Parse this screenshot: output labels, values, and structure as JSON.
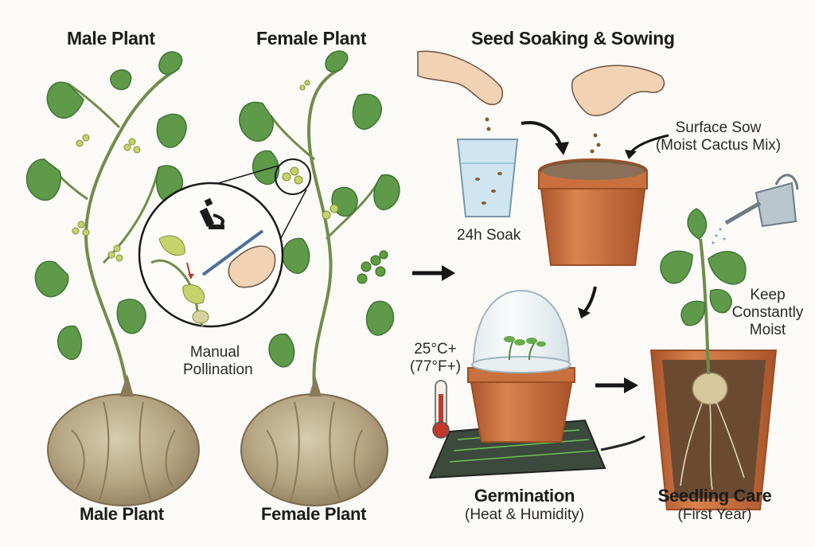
{
  "titles": {
    "male": "Male Plant",
    "female": "Female Plant",
    "seed": "Seed Soaking & Sowing"
  },
  "labels": {
    "male_bottom": "Male Plant",
    "female_bottom": "Female Plant",
    "pollination_line1": "Manual",
    "pollination_line2": "Pollination",
    "soak": "24h Soak",
    "surface_sow_line1": "Surface Sow",
    "surface_sow_line2": "(Moist Cactus Mix)",
    "temp_line1": "25°C+",
    "temp_line2": "(77°F+)",
    "keep_line1": "Keep",
    "keep_line2": "Constantly",
    "keep_line3": "Moist",
    "germination": "Germination",
    "germination_sub": "(Heat & Humidity)",
    "seedling": "Seedling Care",
    "seedling_sub": "(First Year)"
  },
  "colors": {
    "leaf": "#5e9a4a",
    "leaf_dark": "#3f7435",
    "vine": "#6f8d4c",
    "tuber": "#b9aa88",
    "pot": "#c8703e",
    "pot_dark": "#9c4f26",
    "soil": "#6b4a32",
    "flower": "#c4d36a",
    "arrow": "#161616",
    "mat": "#3b4a3c",
    "mat_grid": "#6fc05a",
    "water": "#cfe6f2",
    "skin": "#f2d2b4"
  },
  "icons": [
    "microscope-icon",
    "thermometer-icon",
    "watering-can-icon",
    "heat-mat-icon",
    "humidity-dome-icon"
  ]
}
